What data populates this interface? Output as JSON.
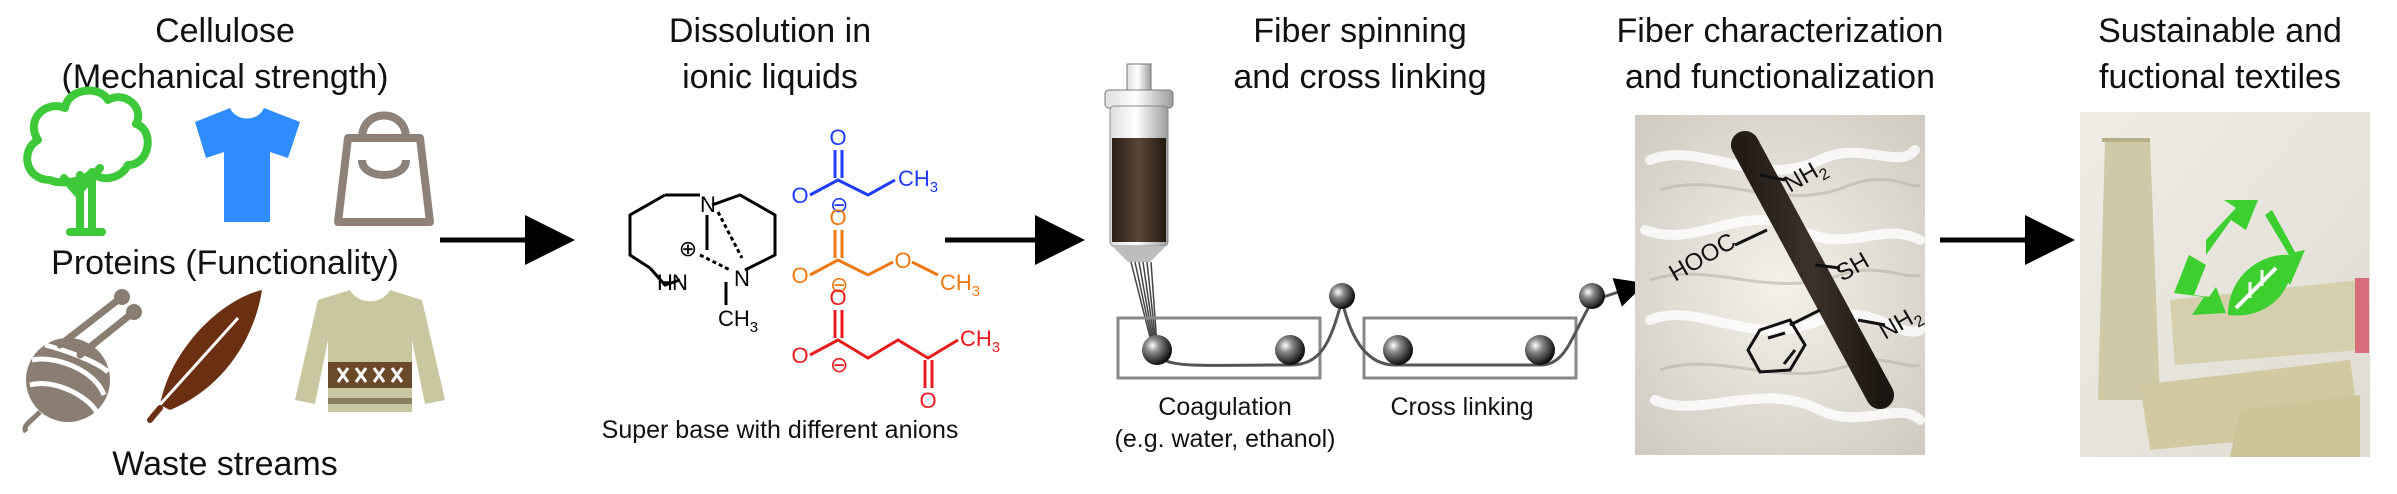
{
  "steps": {
    "cellulose_title": "Cellulose",
    "cellulose_subtitle": "(Mechanical strength)",
    "proteins_title": "Proteins (Functionality)",
    "waste_title": "Waste streams",
    "dissolution_line1": "Dissolution in",
    "dissolution_line2": "ionic liquids",
    "spinning_line1": "Fiber spinning",
    "spinning_line2": "and cross linking",
    "characterization_line1": "Fiber characterization",
    "characterization_line2": "and functionalization",
    "sustainable_line1": "Sustainable and",
    "sustainable_line2": "fuctional textiles"
  },
  "chemistry": {
    "caption": "Super base with different anions",
    "n_label": "N",
    "nh_label": "N",
    "h_label": "H",
    "ch3_label": "CH",
    "sub3": "3",
    "o_label": "O",
    "plus": "⊕",
    "minus": "⊖",
    "anion1_color": "#1f3cff",
    "anion2_color": "#f07a12",
    "anion3_color": "#e81c1c"
  },
  "spinning": {
    "coagulation_line1": "Coagulation",
    "coagulation_line2": "(e.g. water, ethanol)",
    "cross_linking": "Cross linking"
  },
  "fiber": {
    "nh2_top": "NH",
    "cooh": "HOOC",
    "sh": "SH",
    "nh2_bottom": "NH",
    "sub2": "2"
  },
  "icons": {
    "cellulose": [
      "tree-icon",
      "tshirt-icon",
      "shopping-bag-icon"
    ],
    "proteins": [
      "yarn-ball-icon",
      "feather-icon",
      "sweater-icon"
    ],
    "recycle": "recycle-leaf-icon"
  },
  "colors": {
    "tree": "#3ec93a",
    "tshirt": "#2f8cff",
    "bag": "#8e8177",
    "yarn": "#8a7d72",
    "feather": "#6b2f12",
    "sweater": "#c8c7a0",
    "recycle": "#3ccf2f"
  }
}
